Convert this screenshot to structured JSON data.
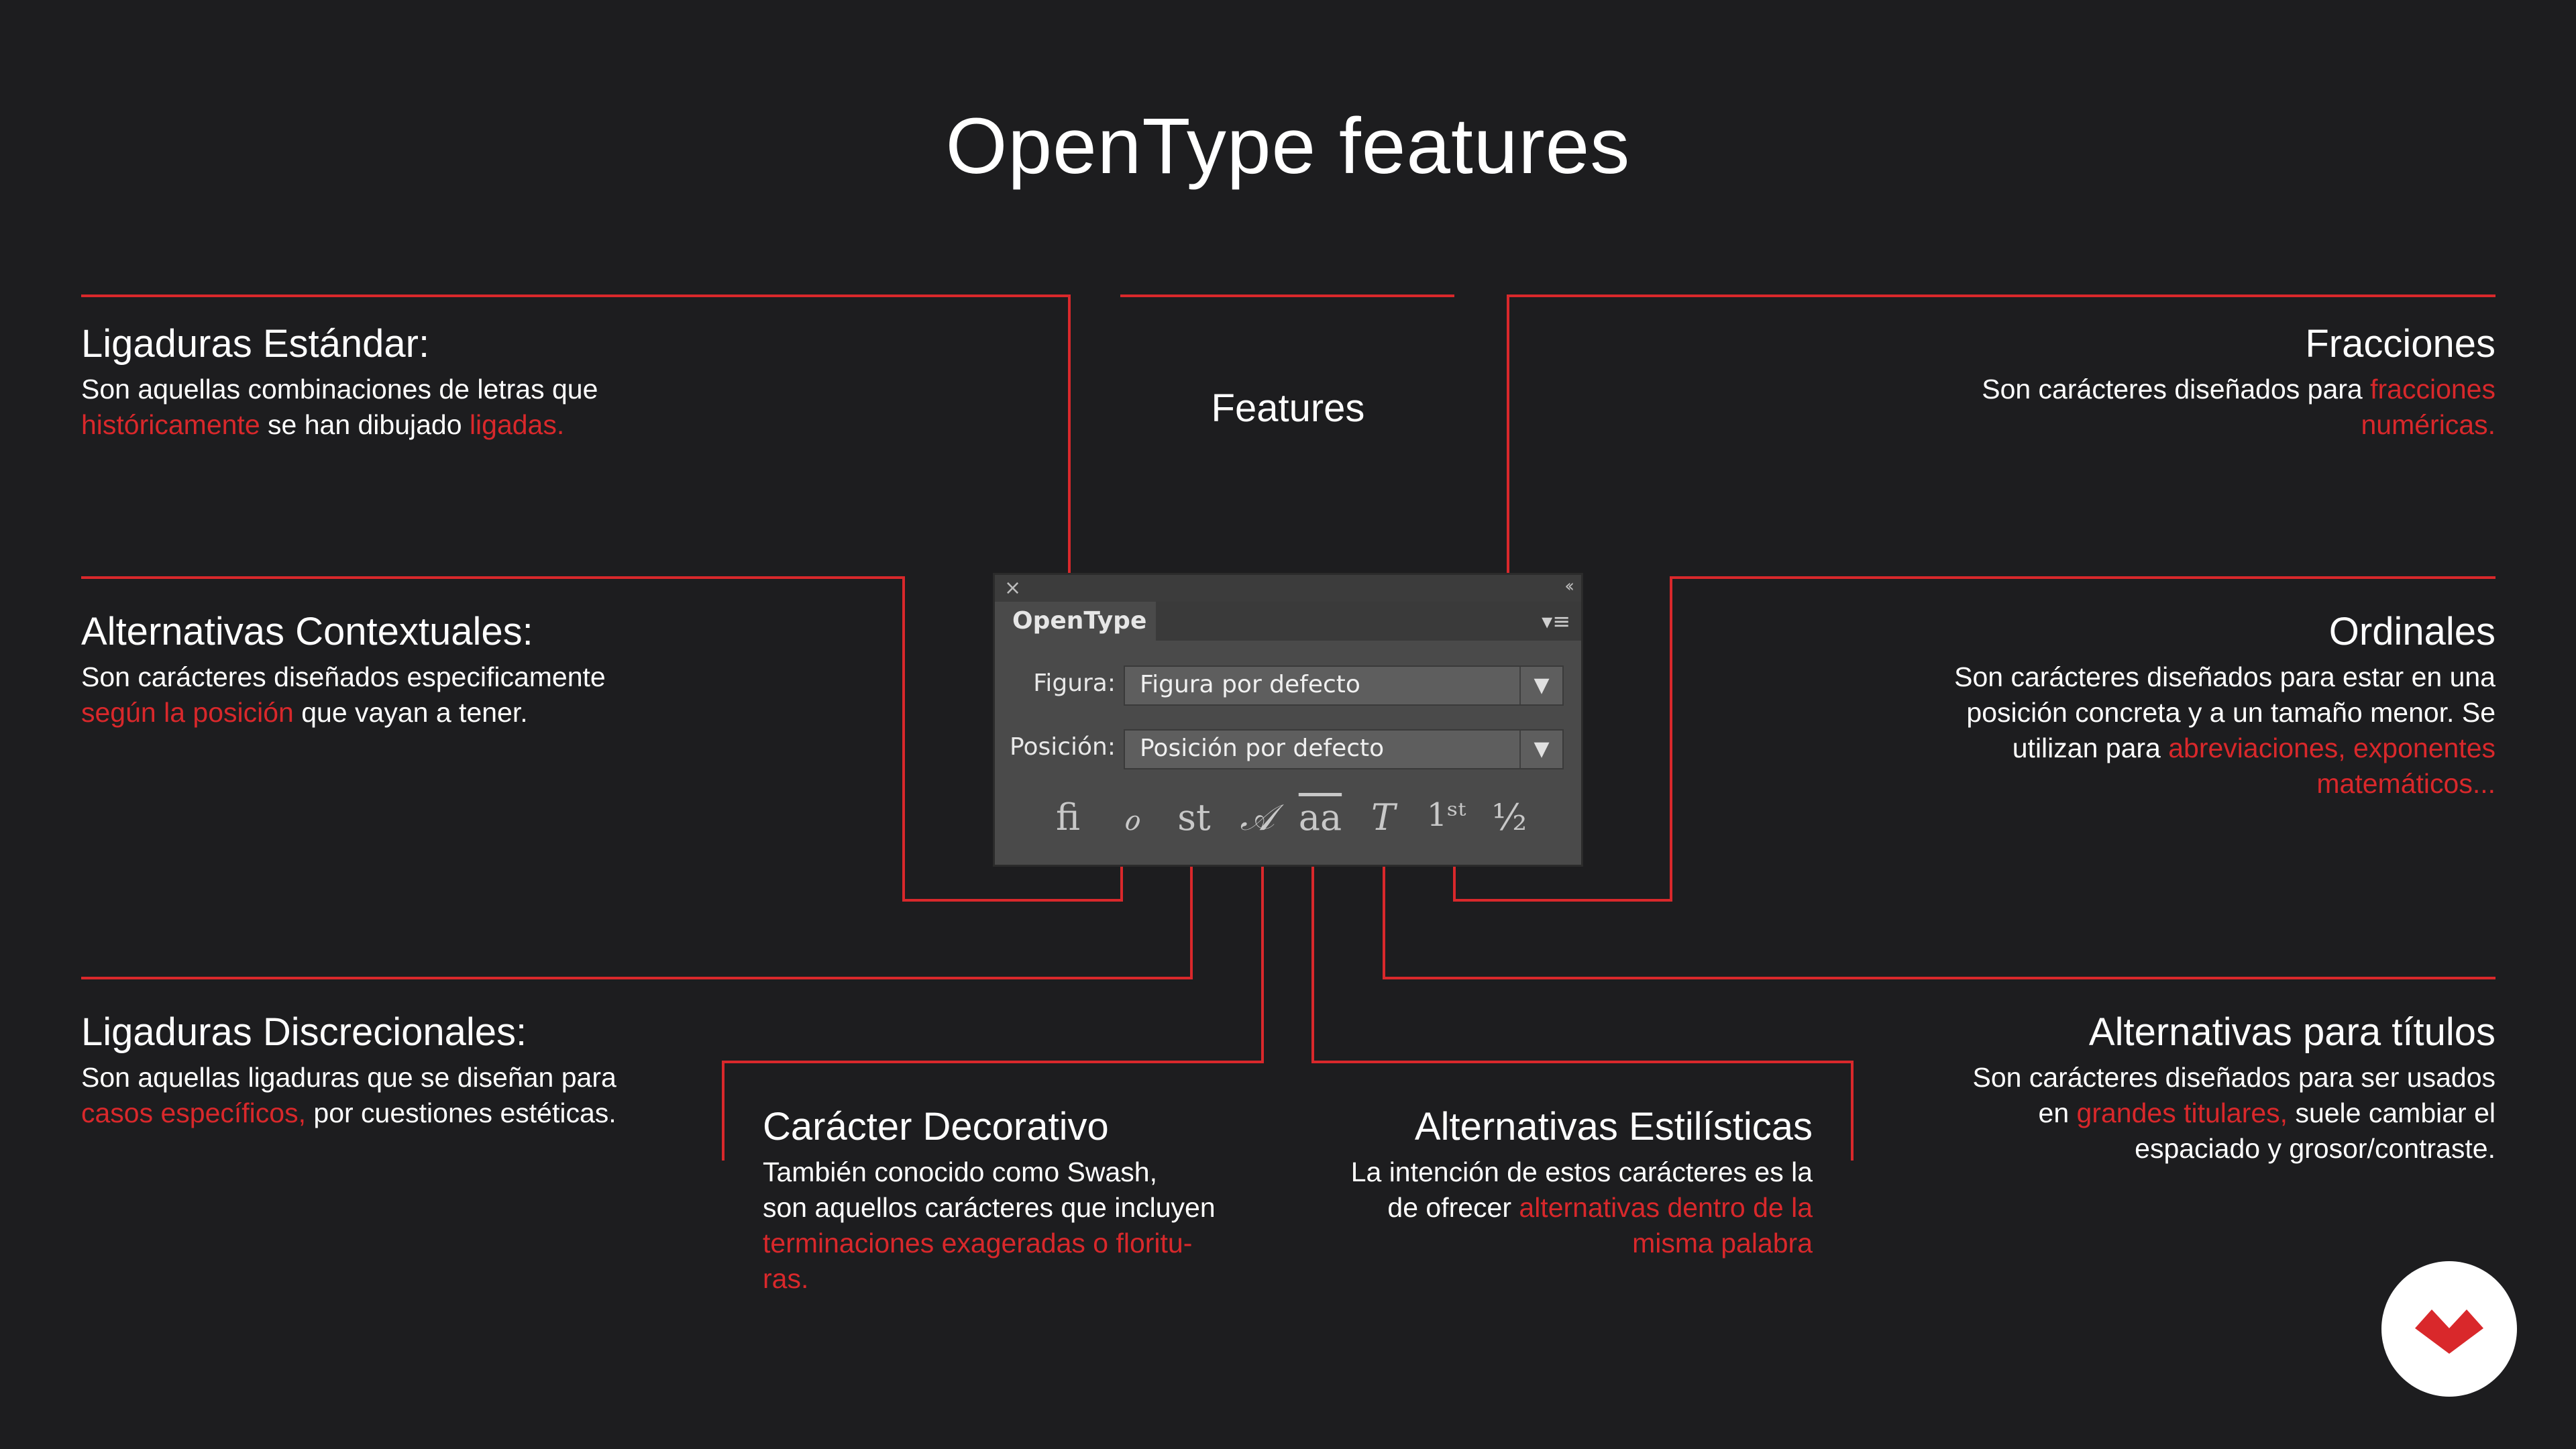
{
  "title": "OpenType features",
  "features_label": "Features",
  "colors": {
    "background": "#1d1d1f",
    "accent": "#d9282b",
    "text": "#ffffff"
  },
  "blocks": {
    "ligaduras_estandar": {
      "heading": "Ligaduras Estándar:",
      "line1": "Son aquellas combinaciones de letras que",
      "line2_red1": "históricamente",
      "line2_mid": " se han dibujado ",
      "line2_red2": "ligadas."
    },
    "alternativas_contextuales": {
      "heading": "Alternativas Contextuales:",
      "line1": "Son carácteres diseñados especificamente",
      "line2_red": "según la posición",
      "line2_rest": " que vayan a tener."
    },
    "ligaduras_discrecionales": {
      "heading": "Ligaduras Discrecionales:",
      "line1": "Son aquellas ligaduras que se diseñan para",
      "line2_red": "casos específicos,",
      "line2_rest": " por cuestiones estéticas."
    },
    "caracter_decorativo": {
      "heading": "Carácter Decorativo",
      "line1": "También conocido como Swash,",
      "line2": "son aquellos carácteres que incluyen",
      "line3_red": "terminaciones exageradas o floritu-",
      "line4_red": "ras."
    },
    "alternativas_estilisticas": {
      "heading": "Alternativas Estilísticas",
      "line1": "La intención de estos carácteres es la",
      "line2_pre": "de ofrecer ",
      "line2_red": "alternativas dentro de la",
      "line3_red": "misma palabra"
    },
    "fracciones": {
      "heading": "Fracciones",
      "line1_pre": "Son carácteres diseñados para ",
      "line1_red": "fracciones",
      "line2_red": "numéricas."
    },
    "ordinales": {
      "heading": "Ordinales",
      "line1": "Son carácteres diseñados para estar en una",
      "line2": "posición concreta y a un tamaño menor. Se",
      "line3_pre": "utilizan para ",
      "line3_red": "abreviaciones, exponentes",
      "line4_red": "matemáticos..."
    },
    "alternativas_titulos": {
      "heading": "Alternativas para títulos",
      "line1": "Son carácteres diseñados para ser usados",
      "line2_pre": "en ",
      "line2_red": "grandes titulares,",
      "line2_rest": " suele cambiar el",
      "line3": "espaciado y grosor/contraste."
    }
  },
  "panel": {
    "close_icon": "×",
    "collapse_icon": "‹‹",
    "tab_label": "OpenType",
    "menu_icon": "▾≡",
    "figura_label": "Figura:",
    "figura_value": "Figura por defecto",
    "posicion_label": "Posición:",
    "posicion_value": "Posición por defecto",
    "dropdown_arrow": "▼",
    "glyphs": {
      "standard_ligatures": "ﬁ",
      "contextual_alternates": "ℴ",
      "discretionary_ligatures": "st",
      "swash": "𝒜",
      "stylistic_alternates": "aa",
      "titling_alternates": "T",
      "ordinals": "1ˢᵗ",
      "fractions": "½"
    }
  }
}
